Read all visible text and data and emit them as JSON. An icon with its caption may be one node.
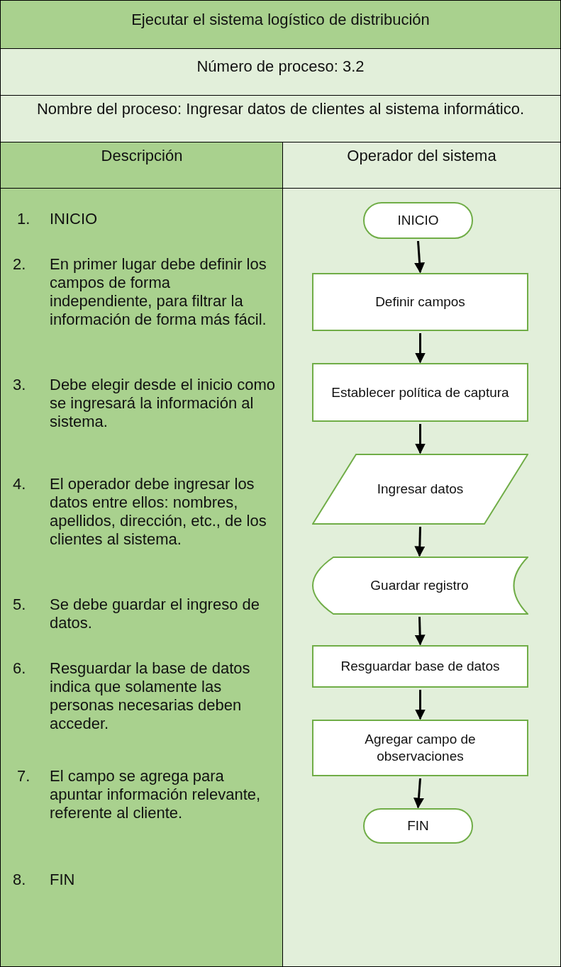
{
  "diagram": {
    "nodes": [
      {
        "text": [
          "INICIO"
        ]
      },
      {
        "text": [
          "Definir campos"
        ]
      },
      {
        "text": [
          "Establecer política de captura"
        ]
      },
      {
        "text": [
          "Ingresar datos"
        ]
      },
      {
        "text": [
          "Guardar registro"
        ]
      },
      {
        "text": [
          "Resguardar base de datos"
        ]
      },
      {
        "text": [
          "Agregar campo de observaciones"
        ]
      },
      {
        "text": [
          "FIN"
        ]
      }
    ],
    "edges": [
      {
        "from": 0,
        "to": 1,
        "arrow": "to"
      },
      {
        "from": 1,
        "to": 2,
        "arrow": "to"
      },
      {
        "from": 2,
        "to": 3,
        "arrow": "to"
      },
      {
        "from": 3,
        "to": 4,
        "arrow": "to"
      },
      {
        "from": 4,
        "to": 5,
        "arrow": "to"
      },
      {
        "from": 5,
        "to": 6,
        "arrow": "to"
      },
      {
        "from": 6,
        "to": 7,
        "arrow": "to"
      }
    ],
    "labels": [
      "Ejecutar el sistema logístico de distribución",
      "Número de proceso: 3.2",
      "Nombre del proceso: Ingresar datos de clientes al sistema informático.",
      "Descripción",
      "Operador del sistema",
      "1.",
      "INICIO",
      "2.",
      "En primer lugar debe definir los campos de forma independiente, para filtrar la información de forma más fácil.",
      "3.",
      "Debe elegir desde el inicio como se ingresará la información al sistema.",
      "4.",
      "El operador debe ingresar los datos entre ellos: nombres, apellidos, dirección, etc., de los clientes al sistema.",
      "5.",
      "Se debe guardar el ingreso de datos.",
      "6.",
      "Resguardar la base de datos indica que solamente las personas necesarias deben acceder.",
      "7.",
      "El campo se agrega para apuntar información relevante, referente al cliente.",
      "8.",
      "FIN"
    ]
  }
}
